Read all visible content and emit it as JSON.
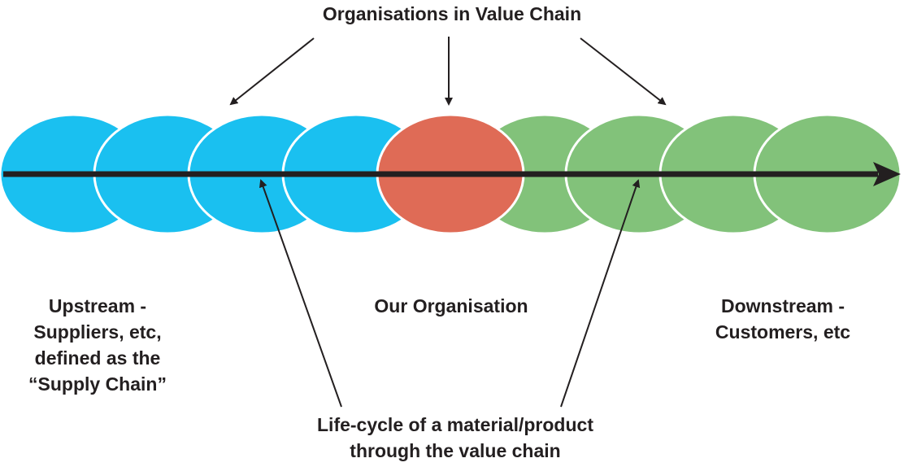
{
  "title": "Organisations in Value Chain",
  "upstream": {
    "lines": [
      "Upstream -",
      "Suppliers, etc,",
      "defined as the",
      "“Supply Chain”"
    ]
  },
  "our_organisation": "Our Organisation",
  "downstream": {
    "lines": [
      "Downstream -",
      "Customers, etc"
    ]
  },
  "lifecycle": {
    "lines": [
      "Life-cycle of a material/product",
      "through the value chain"
    ]
  },
  "colors": {
    "upstream": "#1ac0f0",
    "our_organisation": "#df6b56",
    "downstream": "#82c27a",
    "arrow": "#231f20",
    "outline": "#ffffff"
  },
  "organisations": [
    {
      "group": "upstream"
    },
    {
      "group": "upstream"
    },
    {
      "group": "upstream"
    },
    {
      "group": "upstream"
    },
    {
      "group": "our_organisation"
    },
    {
      "group": "downstream"
    },
    {
      "group": "downstream"
    },
    {
      "group": "downstream"
    },
    {
      "group": "downstream"
    }
  ]
}
